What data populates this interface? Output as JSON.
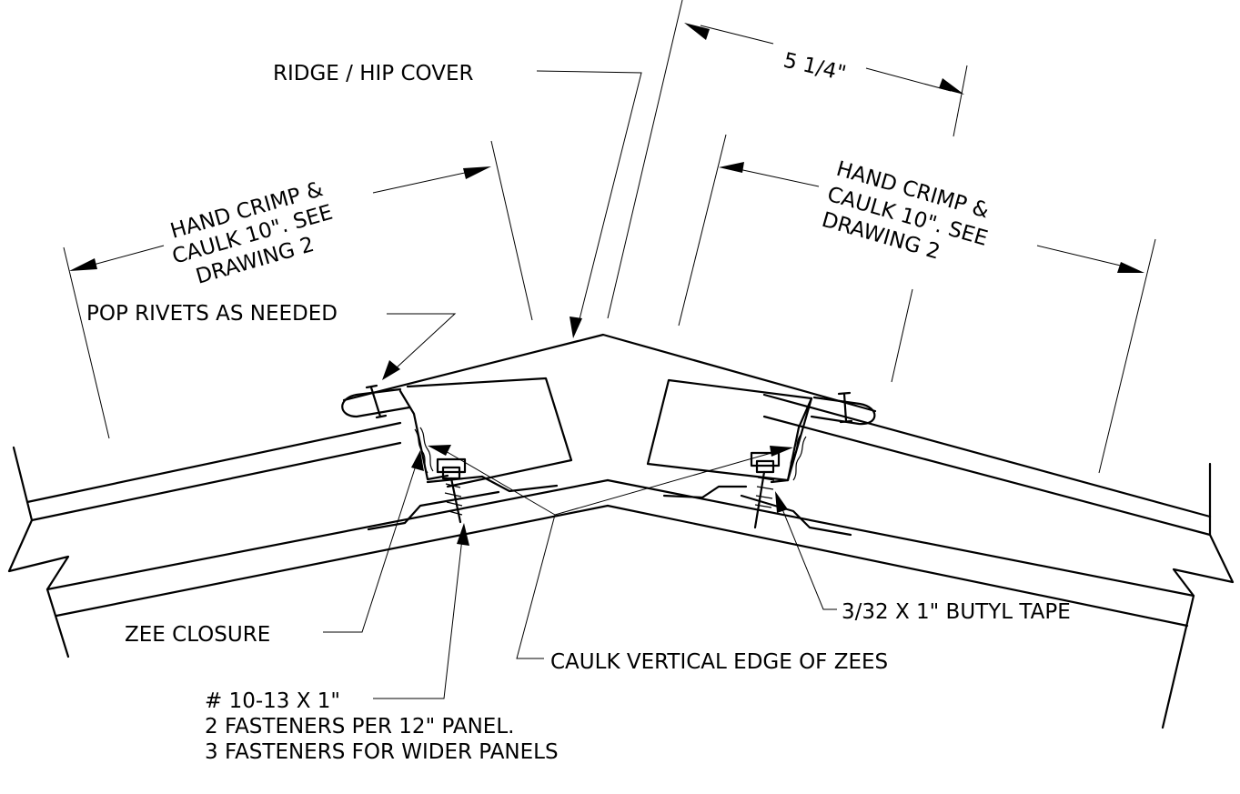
{
  "labels": {
    "ridge_cover": "RIDGE / HIP COVER",
    "dimension_top": "5 1/4\"",
    "left_note": [
      "HAND CRIMP &",
      "CAULK 10\".  SEE",
      "DRAWING 2"
    ],
    "right_note": [
      "HAND CRIMP &",
      "CAULK 10\".  SEE",
      "DRAWING 2"
    ],
    "pop_rivets": "POP RIVETS AS NEEDED",
    "zee_closure": "ZEE CLOSURE",
    "butyl_tape": "3/32 X 1\" BUTYL TAPE",
    "caulk_zees": "CAULK VERTICAL EDGE OF ZEES",
    "fastener_lines": [
      "# 10-13 X 1\"",
      "2 FASTENERS PER 12\" PANEL.",
      "3 FASTENERS FOR WIDER PANELS"
    ]
  },
  "colors": {
    "line": "#000000",
    "background": "#ffffff"
  }
}
